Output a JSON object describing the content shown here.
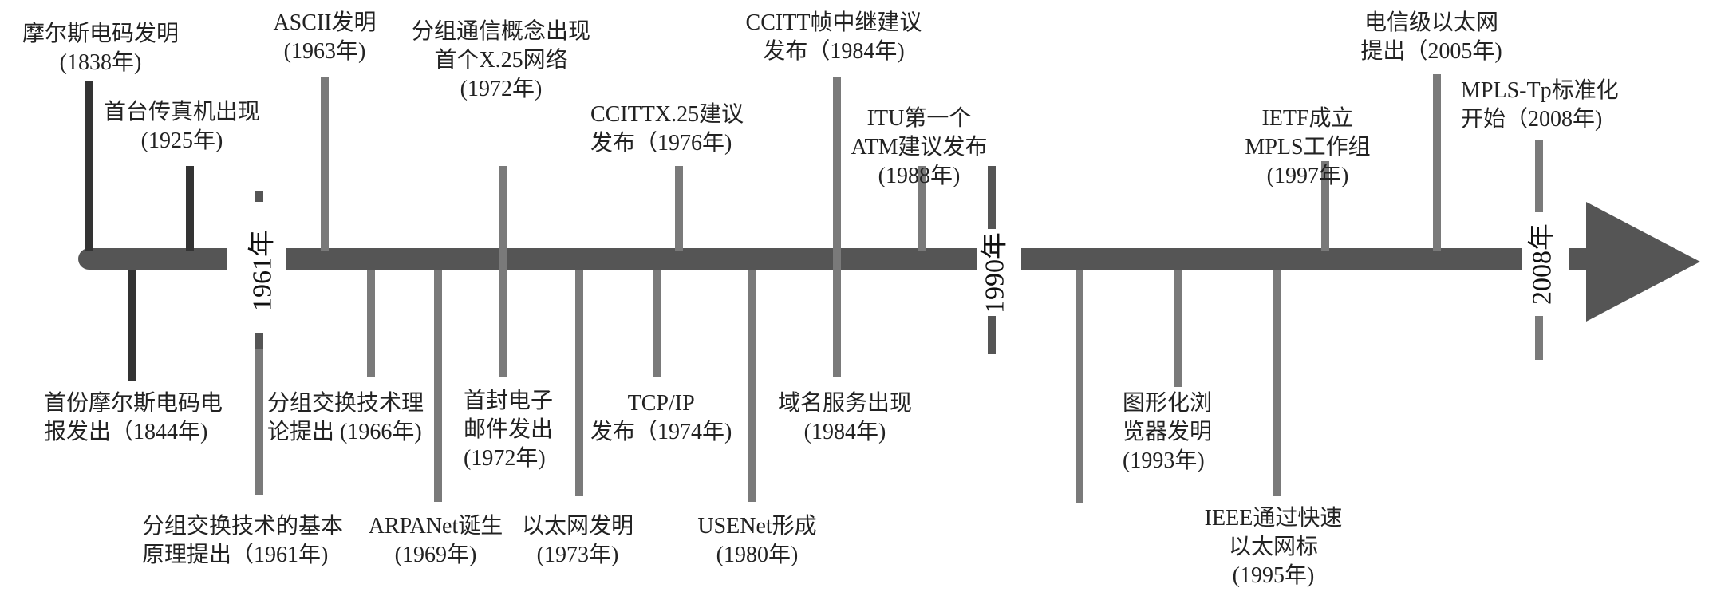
{
  "year_markers": [
    "1961年",
    "1990年",
    "2008年"
  ],
  "events": [
    {
      "id": "morse-invention",
      "lines": [
        "摩尔斯电码发明",
        "(1838年)"
      ]
    },
    {
      "id": "first-fax",
      "lines": [
        "首台传真机出现",
        "(1925年)"
      ]
    },
    {
      "id": "ascii",
      "lines": [
        "ASCII发明",
        "(1963年)"
      ]
    },
    {
      "id": "packet-comm-x25",
      "lines": [
        "分组通信概念出现",
        "首个X.25网络",
        "(1972年)"
      ]
    },
    {
      "id": "ccitt-x25",
      "lines": [
        "CCITTX.25建议",
        "发布（1976年)"
      ]
    },
    {
      "id": "ccitt-frame-relay",
      "lines": [
        "CCITT帧中继建议",
        "发布（1984年)"
      ]
    },
    {
      "id": "itu-atm",
      "lines": [
        "ITU第一个",
        "ATM建议发布",
        "(1988年)"
      ]
    },
    {
      "id": "ietf-mpls",
      "lines": [
        "IETF成立",
        "MPLS工作组",
        "(1997年)"
      ]
    },
    {
      "id": "carrier-ethernet",
      "lines": [
        "电信级以太网",
        "提出（2005年)"
      ]
    },
    {
      "id": "mpls-tp",
      "lines": [
        "MPLS-Tp标准化",
        "开始（2008年)"
      ]
    },
    {
      "id": "first-telegram",
      "lines": [
        "首份摩尔斯电码电",
        "报发出（1844年)"
      ]
    },
    {
      "id": "packet-switching-theory",
      "lines": [
        "分组交换技术理",
        "论提出 (1966年)"
      ]
    },
    {
      "id": "packet-switching-principle",
      "lines": [
        "分组交换技术的基本",
        "原理提出（1961年)"
      ]
    },
    {
      "id": "arpanet",
      "lines": [
        "ARPANet诞生",
        "(1969年)"
      ]
    },
    {
      "id": "first-email",
      "lines": [
        "首封电子",
        "邮件发出",
        "(1972年)"
      ]
    },
    {
      "id": "ethernet",
      "lines": [
        "以太网发明",
        "(1973年)"
      ]
    },
    {
      "id": "tcpip",
      "lines": [
        "TCP/IP",
        "发布（1974年)"
      ]
    },
    {
      "id": "usenet",
      "lines": [
        "USENet形成",
        "(1980年)"
      ]
    },
    {
      "id": "dns",
      "lines": [
        "域名服务出现",
        "(1984年)"
      ]
    },
    {
      "id": "graphical-browser",
      "lines": [
        "图形化浏",
        "览器发明",
        "(1993年)"
      ]
    },
    {
      "id": "fast-ethernet",
      "lines": [
        "IEEE通过快速",
        "以太网标",
        "(1995年)"
      ]
    }
  ]
}
